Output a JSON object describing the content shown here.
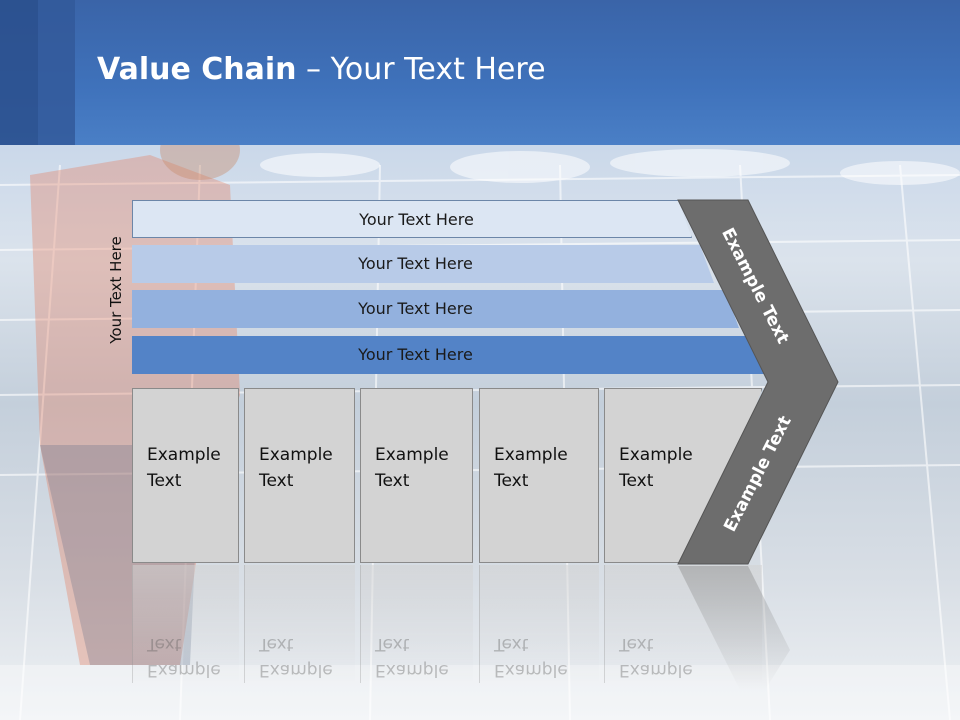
{
  "title": {
    "bold": "Value Chain",
    "rest": " – Your Text Here"
  },
  "side_label": "Your Text Here",
  "bars": [
    "Your Text Here",
    "Your Text Here",
    "Your Text Here",
    "Your Text Here"
  ],
  "boxes": [
    "Example\nText",
    "Example\nText",
    "Example\nText",
    "Example\nText",
    "Example\nText"
  ],
  "chevron": {
    "upper": "Example Text",
    "lower": "Example Text"
  },
  "colors": {
    "header": "#3f72bb",
    "chevron": "#6d6d6d",
    "box": "#d3d3d3"
  }
}
